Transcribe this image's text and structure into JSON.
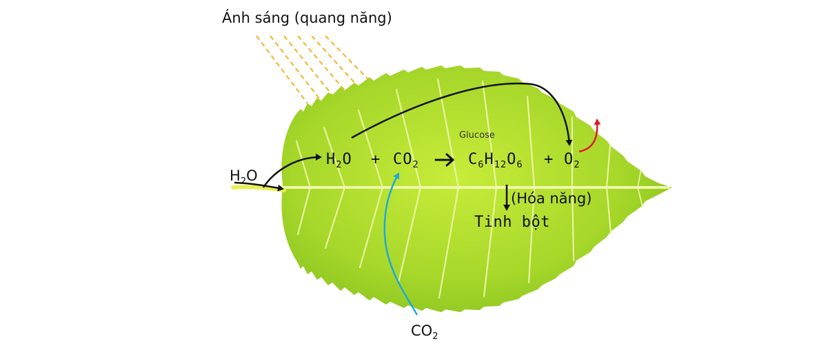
{
  "light_label": "Ánh sáng (quang năng)",
  "water_in": {
    "base": "H",
    "sub": "2",
    "tail": "O"
  },
  "equation": {
    "r1": {
      "base": "H",
      "sub": "2",
      "tail": "O"
    },
    "plus1": "+",
    "r2": {
      "base": "CO",
      "sub": "2"
    },
    "product": {
      "p1": "C",
      "s1": "6",
      "p2": "H",
      "s2": "12",
      "p3": "O",
      "s3": "6"
    },
    "plus2": "+",
    "o2": {
      "base": "O",
      "sub": "2"
    }
  },
  "glucose_label": "Glucose",
  "energy_label": "(Hóa năng)",
  "starch_label": "Tinh bột",
  "co2_in": {
    "base": "CO",
    "sub": "2"
  },
  "colors": {
    "leaf_light": "#c8ec3a",
    "leaf_dark": "#7fbc1c",
    "vein": "#eef8a8",
    "light_rays": "#f2b324",
    "arrow_black": "#111111",
    "arrow_co2": "#1fa8d8",
    "arrow_o2": "#e01a1a",
    "water_stream": "#e8f050"
  }
}
